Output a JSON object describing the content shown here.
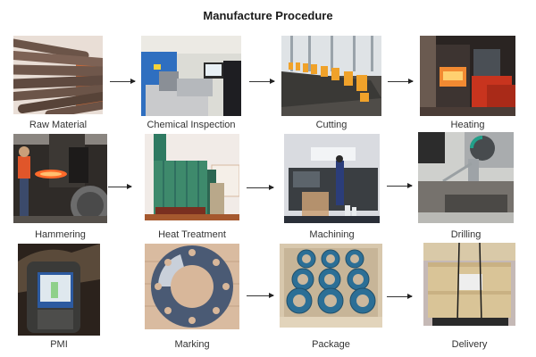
{
  "title": "Manufacture Procedure",
  "steps": [
    {
      "label": "Raw Material",
      "icon": "steel-bars-photo"
    },
    {
      "label": "Chemical Inspection",
      "icon": "spectrometer-photo"
    },
    {
      "label": "Cutting",
      "icon": "cutting-machines-photo"
    },
    {
      "label": "Heating",
      "icon": "furnace-photo"
    },
    {
      "label": "Hammering",
      "icon": "forging-photo"
    },
    {
      "label": "Heat Treatment",
      "icon": "heat-treatment-furnace-photo"
    },
    {
      "label": "Machining",
      "icon": "cnc-lathe-photo"
    },
    {
      "label": "Drilling",
      "icon": "drill-press-photo"
    },
    {
      "label": "PMI",
      "icon": "pmi-analyzer-photo"
    },
    {
      "label": "Marking",
      "icon": "flange-photo"
    },
    {
      "label": "Package",
      "icon": "crate-flanges-photo"
    },
    {
      "label": "Delivery",
      "icon": "wooden-crate-photo"
    }
  ],
  "colors": {
    "arrow": "#333333",
    "title": "#1a1a1a"
  }
}
